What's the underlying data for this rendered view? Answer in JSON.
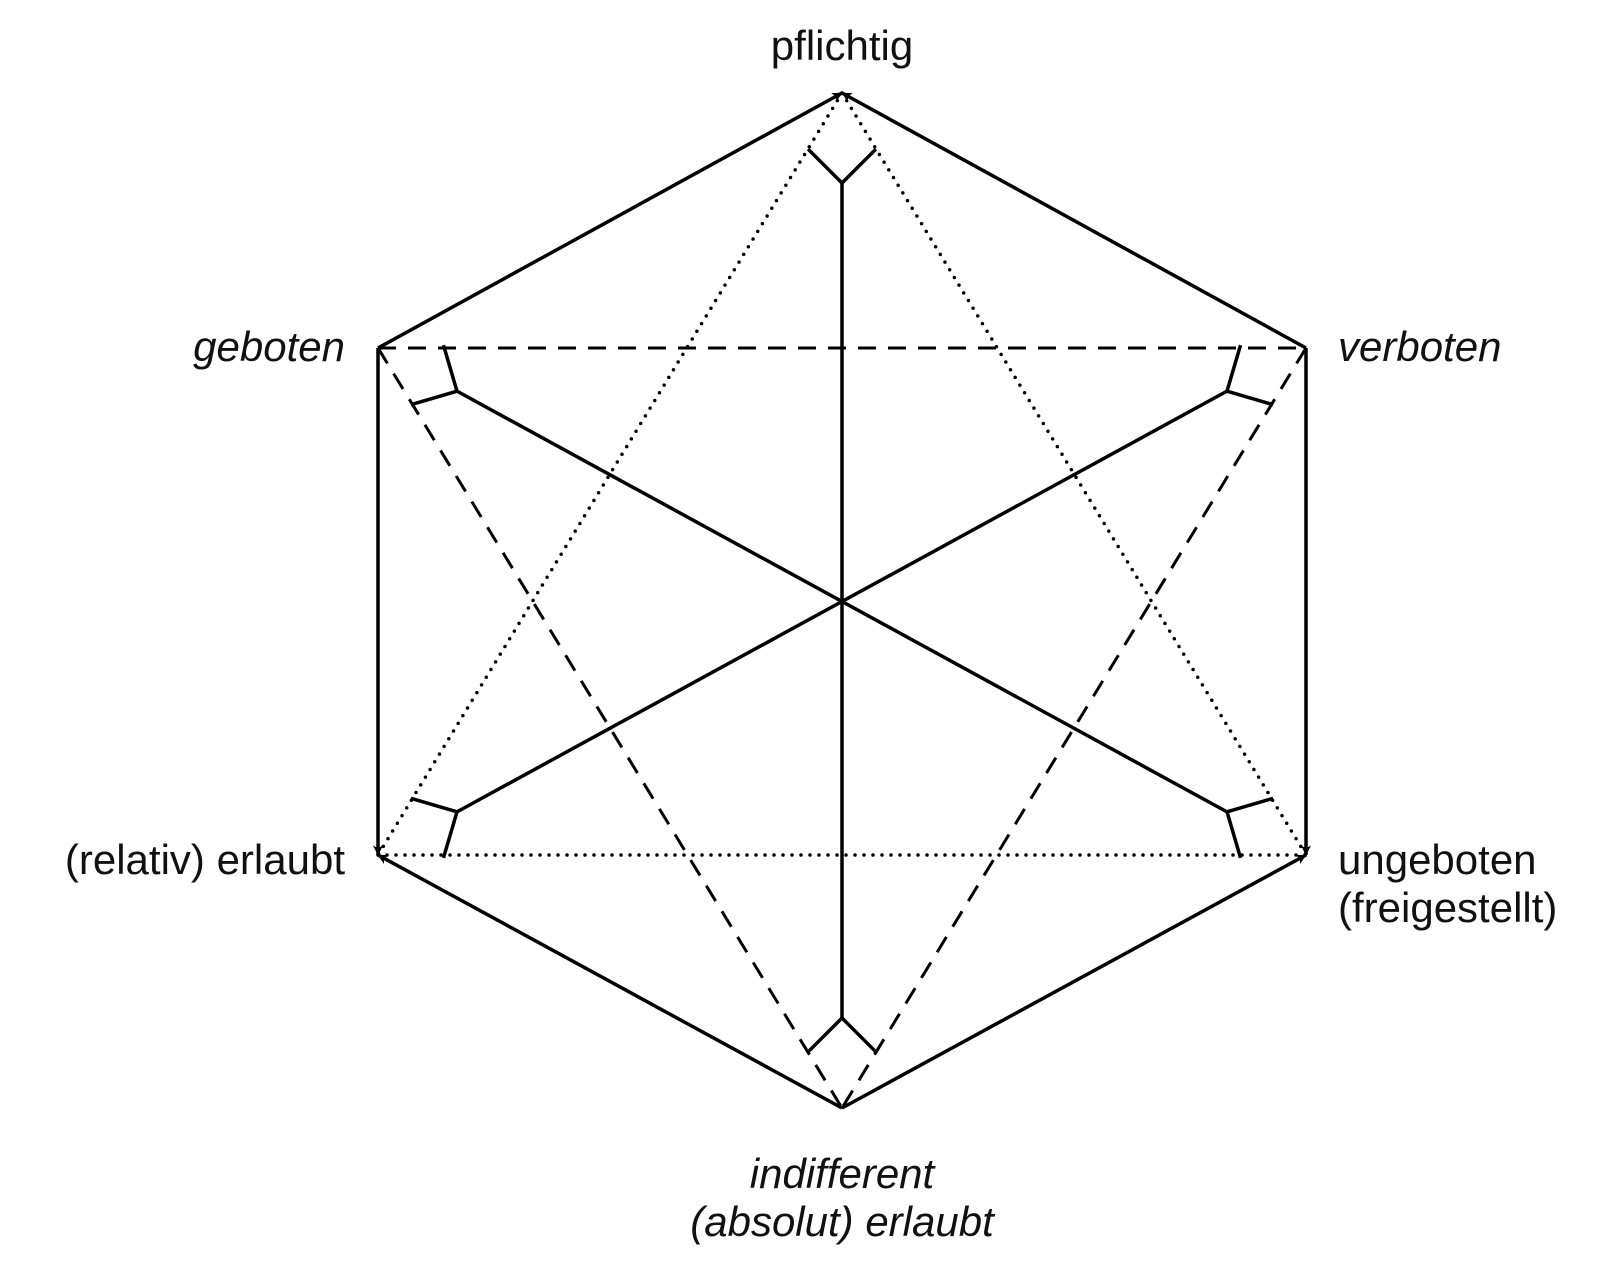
{
  "diagram": {
    "type": "deontic-hexagon",
    "colors": {
      "stroke": "#000000",
      "text": "#111111",
      "background": "#ffffff"
    },
    "nodes": {
      "top": {
        "lines": [
          "pflichtig"
        ],
        "italic": false
      },
      "upper_left": {
        "lines": [
          "geboten"
        ],
        "italic": true
      },
      "upper_right": {
        "lines": [
          "verboten"
        ],
        "italic": true
      },
      "lower_left": {
        "lines": [
          "(relativ) erlaubt"
        ],
        "italic": false
      },
      "lower_right": {
        "lines": [
          "ungeboten",
          "(freigestellt)"
        ],
        "italic": false
      },
      "bottom": {
        "lines": [
          "indifferent",
          "(absolut) erlaubt"
        ],
        "italic": true
      }
    },
    "edges": {
      "arrows_solid": [
        [
          "upper_left",
          "top"
        ],
        [
          "upper_right",
          "top"
        ],
        [
          "upper_left",
          "lower_left"
        ],
        [
          "upper_right",
          "lower_right"
        ],
        [
          "bottom",
          "lower_left"
        ],
        [
          "bottom",
          "lower_right"
        ]
      ],
      "dashed": [
        [
          "upper_left",
          "upper_right"
        ],
        [
          "upper_left",
          "bottom"
        ],
        [
          "upper_right",
          "bottom"
        ]
      ],
      "dotted": [
        [
          "top",
          "lower_left"
        ],
        [
          "top",
          "lower_right"
        ],
        [
          "lower_left",
          "lower_right"
        ]
      ],
      "contradiction_spokes": [
        [
          "top",
          "bottom"
        ],
        [
          "upper_left",
          "lower_right"
        ],
        [
          "upper_right",
          "lower_left"
        ]
      ]
    }
  }
}
